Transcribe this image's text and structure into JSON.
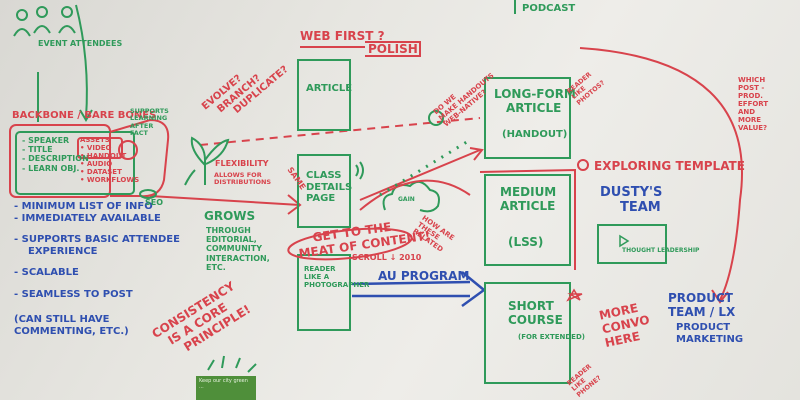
{
  "board": {
    "top_center": {
      "podcast": "PODCAST"
    },
    "left": {
      "event_attendees": "EVENT ATTENDEES",
      "backbone_title": "BACKBONE / BARE BONES",
      "backbone_items": [
        "SPEAKER",
        "TITLE",
        "DESCRIPTION",
        "LEARN OBJ."
      ],
      "assets_title": "ASSETS",
      "assets_items": [
        "VIDEO",
        "HANDOUT",
        "AUDIO",
        "DATASET",
        "WORKFLOWS"
      ],
      "supports_learning": [
        "SUPPORTS",
        "LEARNING",
        "AFTER",
        "FACT"
      ],
      "list": [
        "- MINIMUM LIST OF INFO",
        "- IMMEDIATELY AVAILABLE",
        "- SUPPORTS BASIC ATTENDEE",
        "  EXPERIENCE",
        "- SCALABLE",
        "- SEAMLESS TO POST",
        "(CAN STILL HAVE",
        " COMMENTING, ETC.)"
      ],
      "seo": "SEO",
      "consistency": [
        "CONSISTENCY",
        "IS A CORE",
        "PRINCIPLE!"
      ]
    },
    "middle_left": {
      "evolve": "EVOLVE?",
      "branch": "BRANCH?",
      "duplicate": "DUPLICATE?",
      "flexibility": "FLEXIBILITY",
      "allows_for": [
        "ALLOWS FOR",
        "DISTRIBUTIONS"
      ],
      "grows": "GROWS",
      "through": [
        "THROUGH",
        "EDITORIAL,",
        "COMMUNITY",
        "INTERACTION,",
        "ETC."
      ],
      "same": "SAME"
    },
    "center": {
      "web_first": "WEB FIRST ?",
      "polish": "POLISH",
      "article": "ARTICLE",
      "class_details": [
        "CLASS",
        "DETAILS",
        "PAGE"
      ],
      "get_to_meat": [
        "GET TO THE",
        "MEAT OF CONTENT!"
      ],
      "scroll": "SCROLL ↓ 2010",
      "reader": [
        "READER",
        "LIKE A",
        "PHOTOGRAPHER"
      ],
      "au_program": "AU PROGRAM",
      "cloud_label": "GAIN",
      "how_are": [
        "HOW ARE",
        "THESE",
        "RELATED"
      ],
      "web_nature": [
        "DO WE",
        "MAKE HANDOUTS",
        "WEB-NATIVE?"
      ]
    },
    "right": {
      "long_form": [
        "LONG-FORM",
        "ARTICLE"
      ],
      "handout": "(HANDOUT)",
      "medium": [
        "MEDIUM",
        "ARTICLE"
      ],
      "lss": "(LSS)",
      "short_course": [
        "SHORT",
        "COURSE"
      ],
      "for_extended": "(FOR EXTENDED)",
      "exploring": "EXPLORING TEMPLATE",
      "dustys_team": [
        "DUSTY'S",
        "TEAM"
      ],
      "thought": "THOUGHT LEADERSHIP",
      "more_convo": [
        "MORE",
        "CONVO",
        "HERE"
      ],
      "product_team": [
        "PRODUCT",
        "TEAM / LX"
      ],
      "product_marketing": [
        "PRODUCT",
        "MARKETING"
      ],
      "which_post": [
        "WHICH",
        "POST -",
        "PROD.",
        "EFFORT",
        "AND",
        "MORE",
        "VALUE?"
      ],
      "reader_like": [
        "READER",
        "LIKE",
        "PHOTOS?"
      ],
      "reader_like2": [
        "READER",
        "LIKE",
        "PHONE?"
      ]
    },
    "poster": {
      "text": [
        "Keep our city green",
        "..."
      ]
    }
  }
}
